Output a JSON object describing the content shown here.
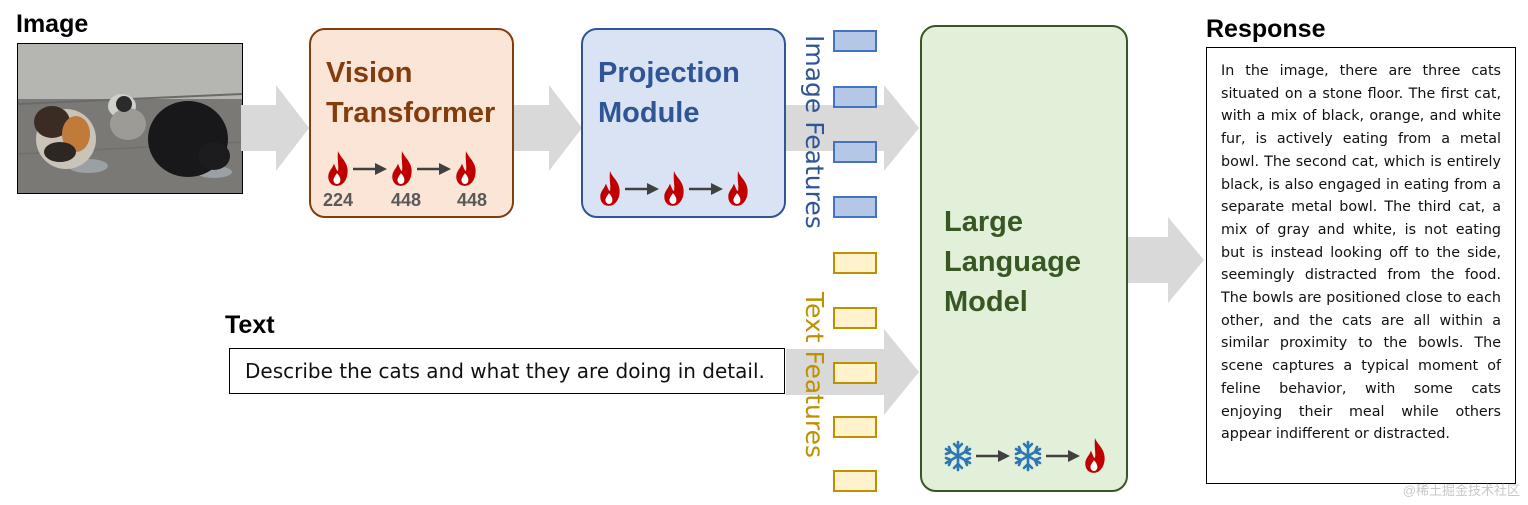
{
  "image_section": {
    "heading": "Image",
    "photo_alt": "three cats eating from metal bowls on a stone floor"
  },
  "vision_transformer": {
    "title_line1": "Vision",
    "title_line2": "Transformer",
    "stage_icons": [
      "fire-icon",
      "fire-icon",
      "fire-icon"
    ],
    "resolutions": [
      "224",
      "448",
      "448"
    ]
  },
  "projection_module": {
    "title_line1": "Projection",
    "title_line2": "Module",
    "stage_icons": [
      "fire-icon",
      "fire-icon",
      "fire-icon"
    ]
  },
  "image_features": {
    "label": "Image Features",
    "token_count": 4
  },
  "text_features": {
    "label": "Text Features",
    "token_count": 5
  },
  "llm": {
    "title_line1": "Large",
    "title_line2": "Language",
    "title_line3": "Model",
    "stage_icons": [
      "snowflake-icon",
      "snowflake-icon",
      "fire-icon"
    ]
  },
  "text_section": {
    "heading": "Text",
    "prompt": "Describe the cats and what they are doing in detail."
  },
  "response_section": {
    "heading": "Response",
    "body": "In the image, there are three cats situated on a stone floor. The first cat, with a mix of black, orange, and white fur, is actively eating from a metal bowl. The second cat, which is entirely black, is also engaged in eating from a separate metal bowl. The third cat, a mix of gray and white, is not eating but is instead looking off to the side, seemingly distracted from the food. The bowls are positioned close to each other, and the cats are all within a similar proximity to the bowls. The scene captures a typical moment of feline behavior, with some cats enjoying their meal while others appear indifferent or distracted."
  },
  "watermark": "@稀土掘金技术社区",
  "colors": {
    "vit_fill": "#fbe5d6",
    "vit_border": "#843c0c",
    "vit_text": "#843c0c",
    "proj_fill": "#dae3f3",
    "proj_border": "#2f5597",
    "proj_text": "#2f5597",
    "llm_fill": "#e2f0d9",
    "llm_border": "#385723",
    "llm_text": "#385723",
    "flow_arrow": "#d9d9d9",
    "fire": "#c00000",
    "snow": "#2e75b6"
  }
}
